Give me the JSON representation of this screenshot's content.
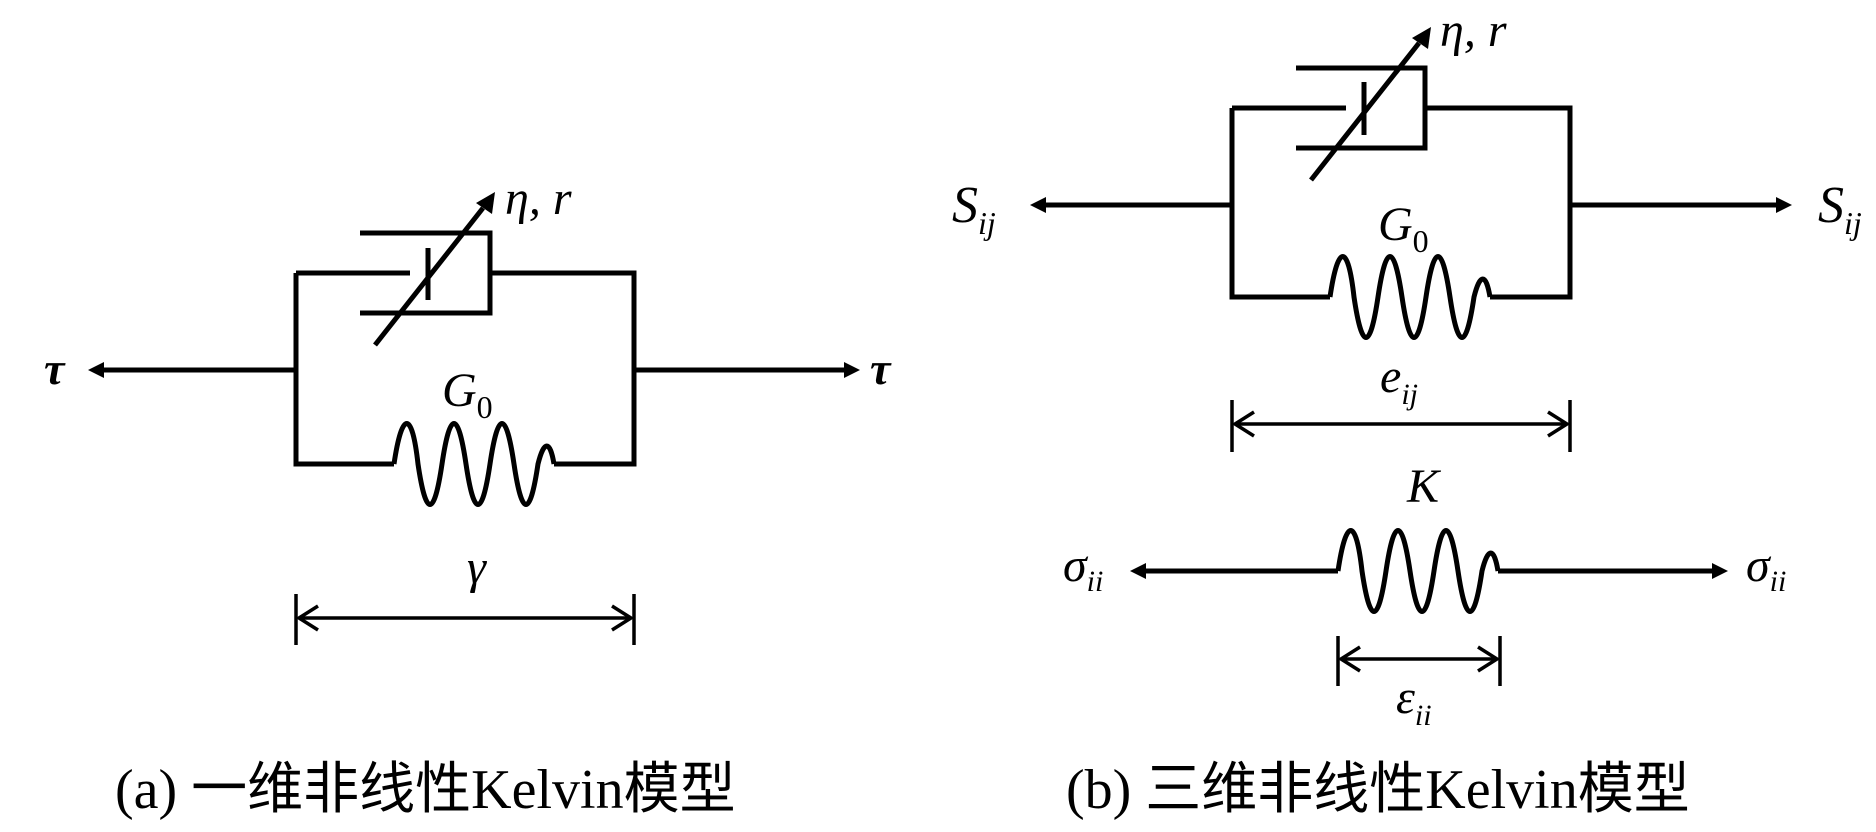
{
  "panel_a": {
    "caption": "(a) 一维非线性Kelvin模型",
    "left_load": "τ",
    "right_load": "τ",
    "dashpot_params": "η, r",
    "spring_symbol": "G",
    "spring_subscript": "0",
    "strain_symbol": "γ"
  },
  "panel_b": {
    "caption": "(b) 三维非线性Kelvin模型",
    "deviatoric": {
      "left_load_symbol": "S",
      "left_load_subscript": "ij",
      "right_load_symbol": "S",
      "right_load_subscript": "ij",
      "dashpot_params": "η, r",
      "spring_symbol": "G",
      "spring_subscript": "0",
      "strain_symbol": "e",
      "strain_subscript": "ij"
    },
    "volumetric": {
      "spring_symbol": "K",
      "left_load_symbol": "σ",
      "left_load_subscript": "ii",
      "right_load_symbol": "σ",
      "right_load_subscript": "ii",
      "strain_symbol": "ε",
      "strain_subscript": "ii"
    }
  }
}
